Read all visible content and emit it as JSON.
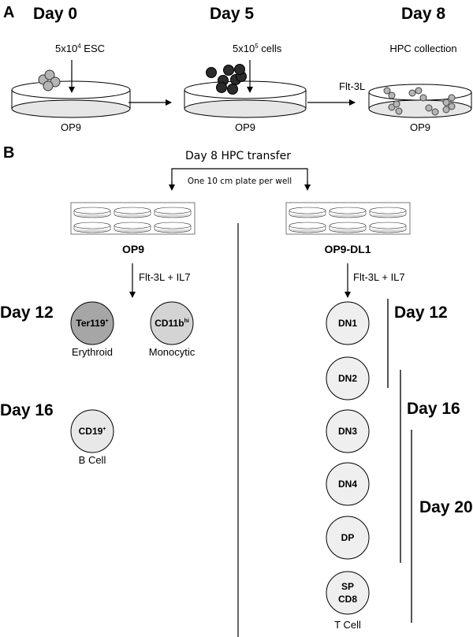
{
  "panel_a": {
    "label": "A",
    "days": [
      "Day 0",
      "Day 5",
      "Day 8"
    ],
    "inputs": [
      {
        "base": "5x10",
        "exp": "4",
        "suffix": " ESC"
      },
      {
        "base": "5x10",
        "exp": "5",
        "suffix": " cells"
      },
      {
        "text": "HPC collection"
      }
    ],
    "dish_label": "OP9",
    "arrow_label": "Flt-3L"
  },
  "panel_b": {
    "label": "B",
    "title": "Day 8 HPC transfer",
    "split_label": "One 10 cm plate per well",
    "left": {
      "plate": "OP9",
      "treatment": "Flt-3L + IL7",
      "day12": "Day 12",
      "day16": "Day 16",
      "cells": [
        {
          "marker": "Ter119",
          "sup": "+",
          "lineage": "Erythroid",
          "fill": "#a6a6a6"
        },
        {
          "marker": "CD11b",
          "sup": "hi",
          "lineage": "Monocytic",
          "fill": "#d4d4d4"
        },
        {
          "marker": "CD19",
          "sup": "+",
          "lineage": "B Cell",
          "fill": "#e8e8e8"
        }
      ]
    },
    "right": {
      "plate": "OP9-DL1",
      "treatment": "Flt-3L + IL7",
      "cells": [
        "DN1",
        "DN2",
        "DN3",
        "DN4",
        "DP"
      ],
      "final_cell": [
        "SP",
        "CD8"
      ],
      "final_lineage": "T Cell",
      "cell_fill": "#efefef",
      "timepoints": [
        "Day 12",
        "Day 16",
        "Day 20"
      ]
    }
  }
}
